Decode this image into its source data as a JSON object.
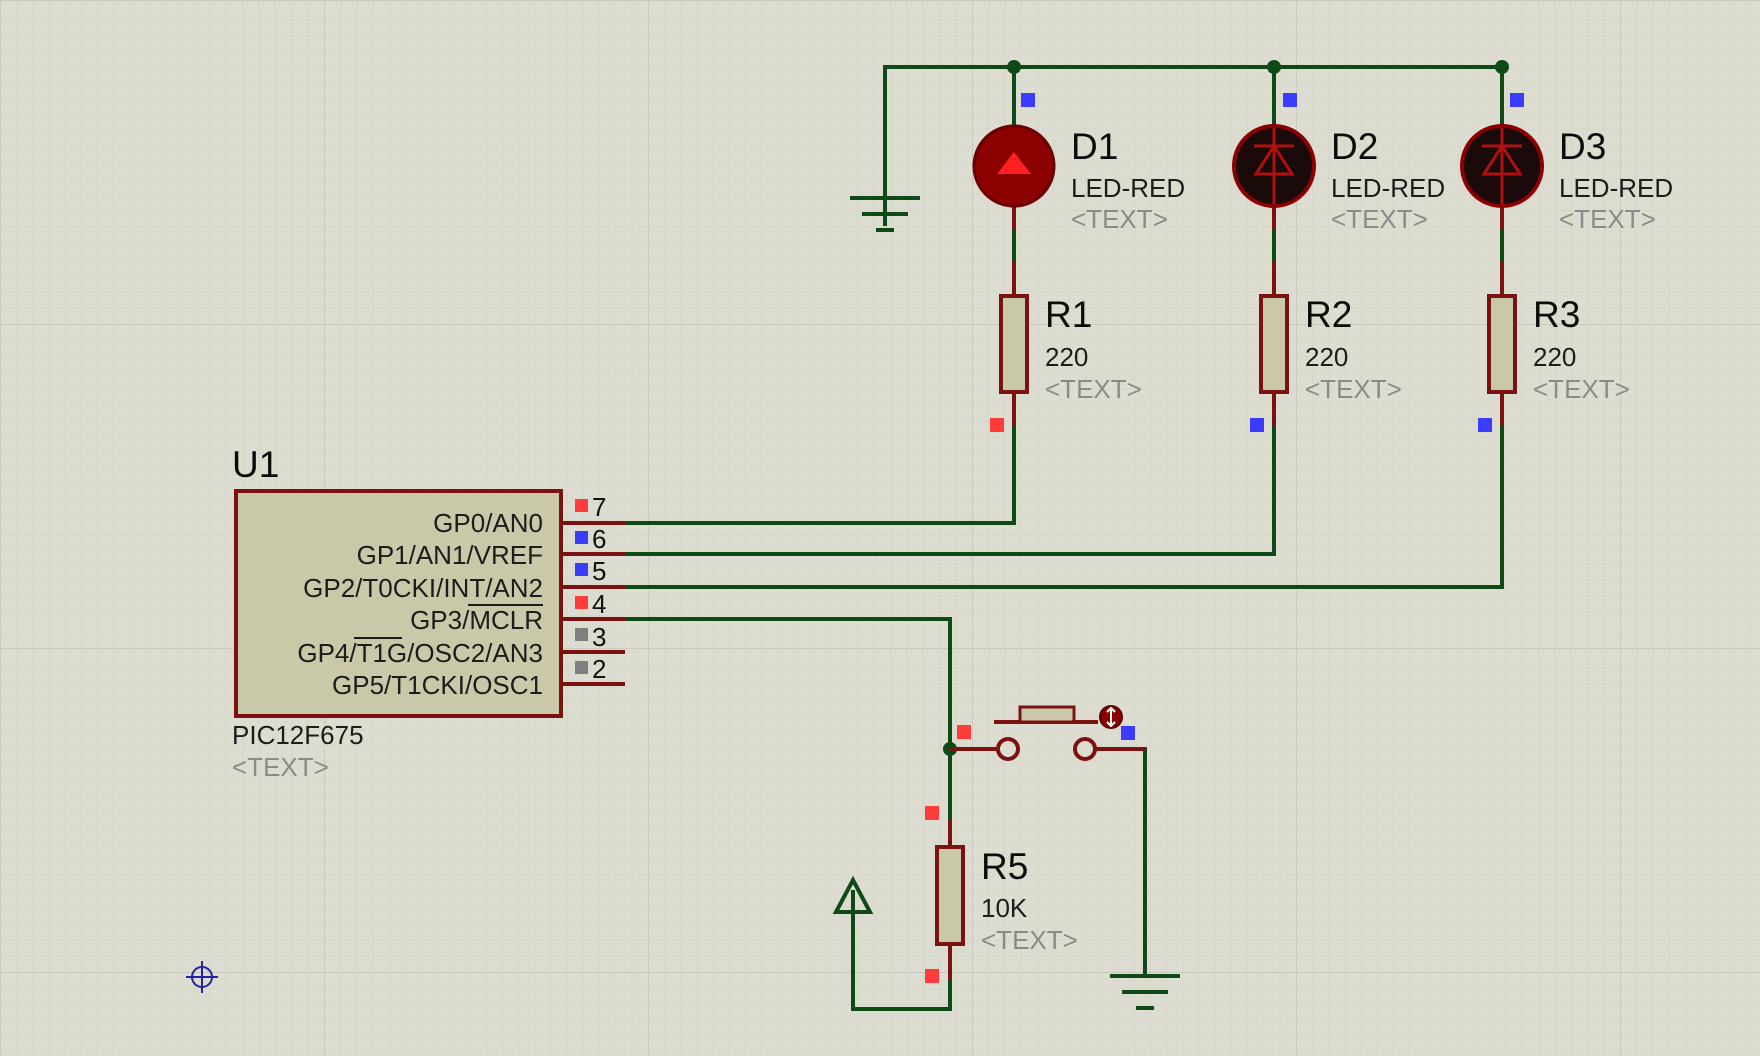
{
  "schematic": {
    "colors": {
      "background": "#dcdcd0",
      "grid_minor": "#cfd0c3",
      "grid_major": "#c2c3b6",
      "wire": "#0e4a16",
      "component_outline": "#7a1212",
      "component_fill": "#c9c9a9",
      "pin_marker_red": "#ff3c3c",
      "pin_marker_blue": "#3c3cff",
      "pin_marker_gray": "#7f7f7f",
      "led_on": "#8b0000",
      "led_off": "#1a0a0a",
      "placeholder_text": "#8a8a8a"
    },
    "mcu": {
      "ref": "U1",
      "part": "PIC12F675",
      "text": "<TEXT>",
      "pins": [
        {
          "name": "GP0/AN0",
          "number": "7",
          "state": "red"
        },
        {
          "name": "GP1/AN1/VREF",
          "number": "6",
          "state": "blue"
        },
        {
          "name": "GP2/T0CKI/INT/AN2",
          "number": "5",
          "state": "blue"
        },
        {
          "name": "GP3/MCLR",
          "number": "4",
          "state": "red"
        },
        {
          "name": "GP4/T1G/OSC2/AN3",
          "number": "3",
          "state": "gray"
        },
        {
          "name": "GP5/T1CKI/OSC1",
          "number": "2",
          "state": "gray"
        }
      ]
    },
    "leds": [
      {
        "ref": "D1",
        "value": "LED-RED",
        "text": "<TEXT>",
        "lit": true
      },
      {
        "ref": "D2",
        "value": "LED-RED",
        "text": "<TEXT>",
        "lit": false
      },
      {
        "ref": "D3",
        "value": "LED-RED",
        "text": "<TEXT>",
        "lit": false
      }
    ],
    "resistors": [
      {
        "ref": "R1",
        "value": "220",
        "text": "<TEXT>"
      },
      {
        "ref": "R2",
        "value": "220",
        "text": "<TEXT>"
      },
      {
        "ref": "R3",
        "value": "220",
        "text": "<TEXT>"
      },
      {
        "ref": "R5",
        "value": "10K",
        "text": "<TEXT>"
      }
    ]
  }
}
